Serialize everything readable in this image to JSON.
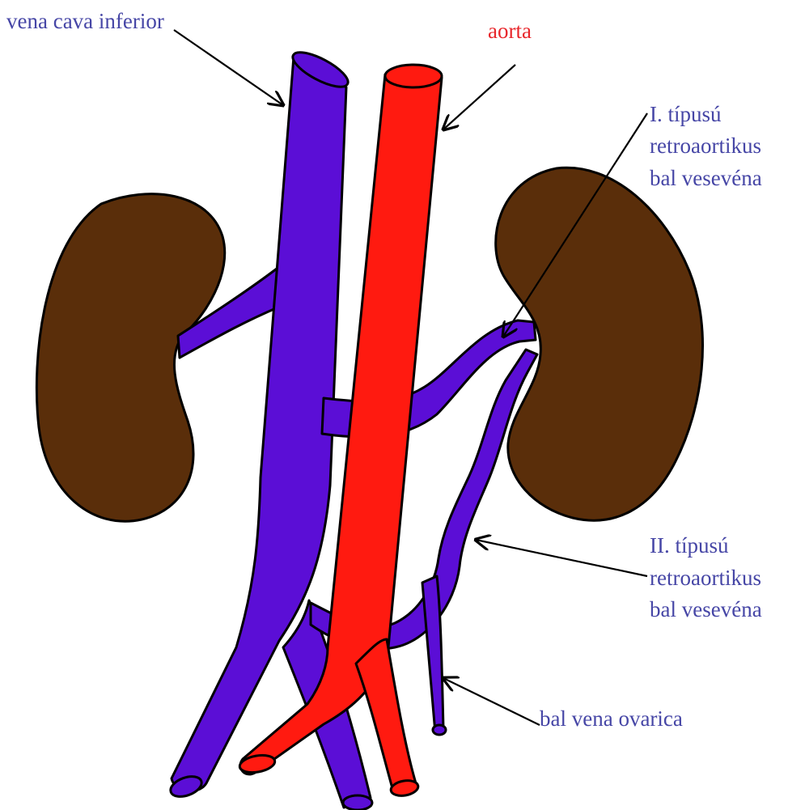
{
  "labels": {
    "vena_cava": "vena cava inferior",
    "aorta": "aorta",
    "type1_line1": "I. típusú",
    "type1_line2": "retroaortikus",
    "type1_line3": "bal vesevéna",
    "type2_line1": "II. típusú",
    "type2_line2": "retroaortikus",
    "type2_line3": "bal vesevéna",
    "ovarica": "bal vena ovarica"
  },
  "colors": {
    "vein": "#5b0ed6",
    "aorta": "#ff1a10",
    "kidney": "#5a2e0a",
    "outline": "#000000",
    "label_blue": "#4646a6",
    "label_red": "#e8262b"
  }
}
